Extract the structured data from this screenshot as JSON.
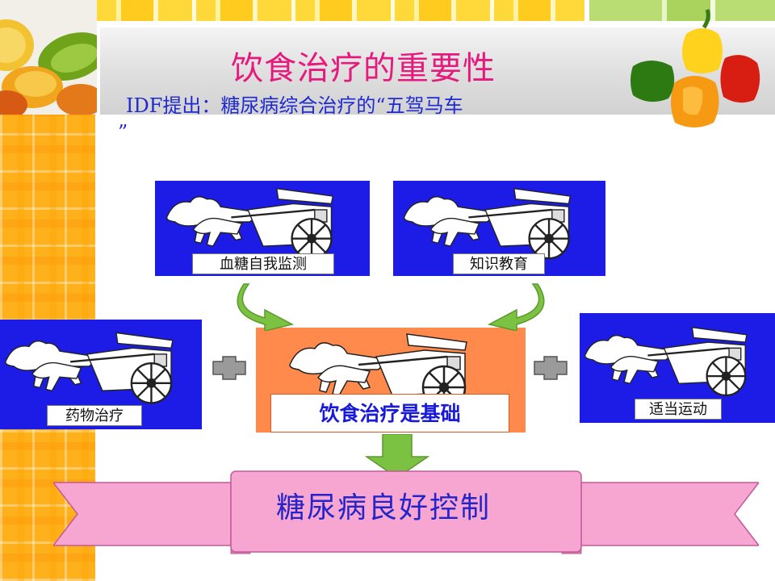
{
  "slide": {
    "title": "饮食治疗的重要性",
    "subtitle": "IDF提出：糖尿病综合治疗的“五驾马车",
    "subtitle_end": "”"
  },
  "cards": {
    "top_left": "血糖自我监测",
    "top_right": "知识教育",
    "mid_left": "药物治疗",
    "center": "饮食治疗是基础",
    "mid_right": "适当运动"
  },
  "result": {
    "label": "糖尿病良好控制"
  },
  "colors": {
    "title": "#e6197d",
    "text_blue": "#1f2ad0",
    "card_blue": "#1c1ce6",
    "center_orange": "#ff8a4c",
    "arrow_green": "#7cc242",
    "ribbon_pink": "#f7a6d2"
  },
  "icons": {
    "decorations": [
      "fruit-icon",
      "pepper-icon",
      "chariot-icon",
      "curved-arrow-icon",
      "down-arrow-icon",
      "connector-icon"
    ]
  }
}
